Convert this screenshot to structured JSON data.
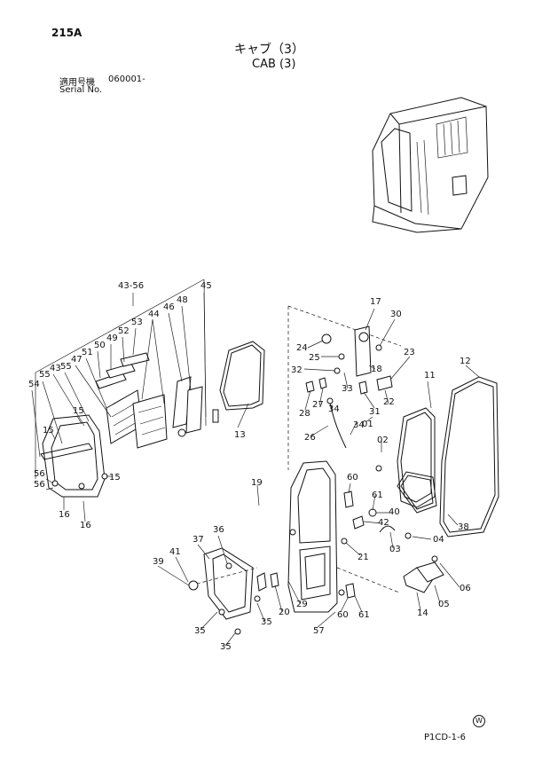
{
  "header": {
    "page_code": "215A",
    "title_jp": "キャブ（3）",
    "title_en": "CAB (3)",
    "serial_label_jp": "適用号機",
    "serial_value": "060001-",
    "serial_label_en": "Serial No."
  },
  "footer": {
    "page_ref": "P1CD-1-6",
    "mark": "W"
  },
  "callouts": [
    "43-56",
    "45",
    "48",
    "46",
    "44",
    "53",
    "52",
    "49",
    "50",
    "51",
    "47",
    "55",
    "43",
    "55",
    "54",
    "15",
    "15",
    "56",
    "56",
    "16",
    "16",
    "15",
    "13",
    "17",
    "30",
    "24",
    "25",
    "32",
    "23",
    "18",
    "33",
    "12",
    "11",
    "28",
    "27",
    "31",
    "22",
    "34",
    "34",
    "26",
    "01",
    "02",
    "19",
    "60",
    "61",
    "40",
    "42",
    "03",
    "04",
    "38",
    "37",
    "36",
    "41",
    "39",
    "20",
    "29",
    "21",
    "14",
    "05",
    "06",
    "35",
    "35",
    "35",
    "57",
    "60",
    "61"
  ]
}
